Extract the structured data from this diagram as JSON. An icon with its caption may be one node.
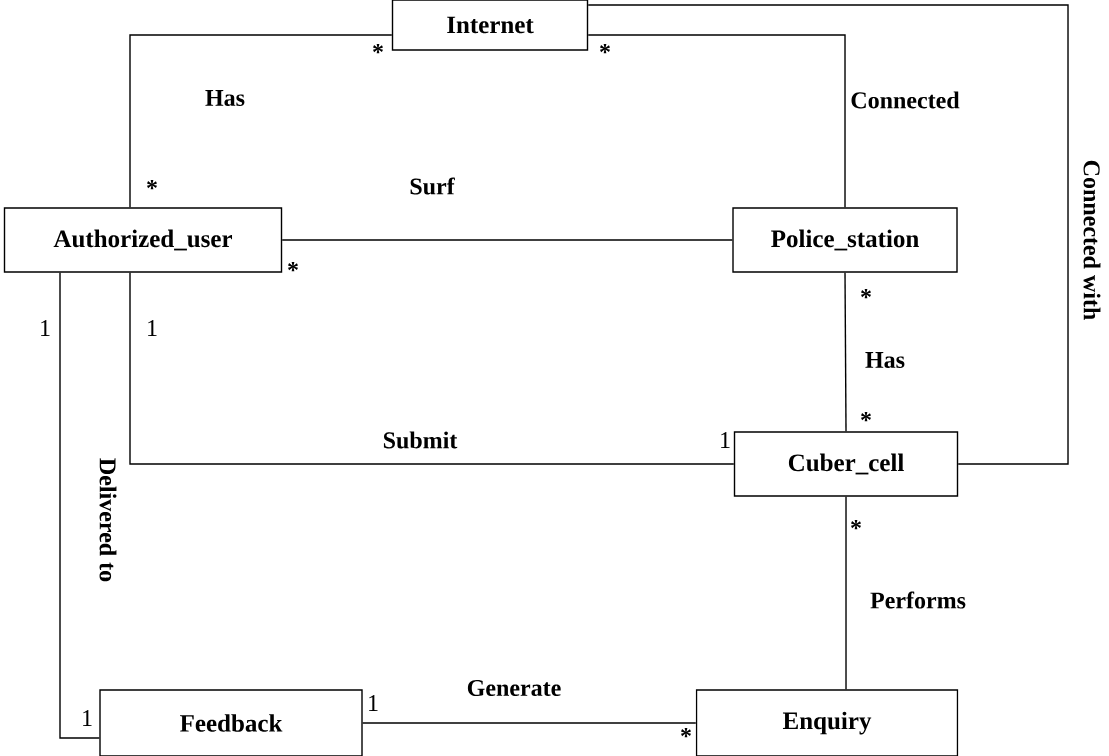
{
  "diagram": {
    "nodes": [
      {
        "text": [
          "Internet"
        ]
      },
      {
        "text": [
          "Authorized_user"
        ]
      },
      {
        "text": [
          "Police_station"
        ]
      },
      {
        "text": [
          "Cuber_cell"
        ]
      },
      {
        "text": [
          "Feedback"
        ]
      },
      {
        "text": [
          "Enquiry"
        ]
      }
    ],
    "edges": [
      {
        "from": 0,
        "to": 1,
        "arrow": "none",
        "label": "Has"
      },
      {
        "from": 0,
        "to": 2,
        "arrow": "none",
        "label": "Connected"
      },
      {
        "from": 1,
        "to": 2,
        "arrow": "none",
        "label": "Surf"
      },
      {
        "from": 2,
        "to": 3,
        "arrow": "none",
        "label": "Has"
      },
      {
        "from": 1,
        "to": 3,
        "arrow": "none",
        "label": "Submit"
      },
      {
        "from": 0,
        "to": 3,
        "arrow": "none",
        "label": "Connected with"
      },
      {
        "from": 3,
        "to": 5,
        "arrow": "none",
        "label": "Performs"
      },
      {
        "from": 1,
        "to": 4,
        "arrow": "none",
        "label": "Delivered to"
      },
      {
        "from": 4,
        "to": 5,
        "arrow": "none",
        "label": "Generate"
      }
    ],
    "labels": [
      "*",
      "*",
      "*",
      "*",
      "1",
      "1",
      "*",
      "1",
      "*",
      "*",
      "1",
      "1",
      "*"
    ]
  }
}
